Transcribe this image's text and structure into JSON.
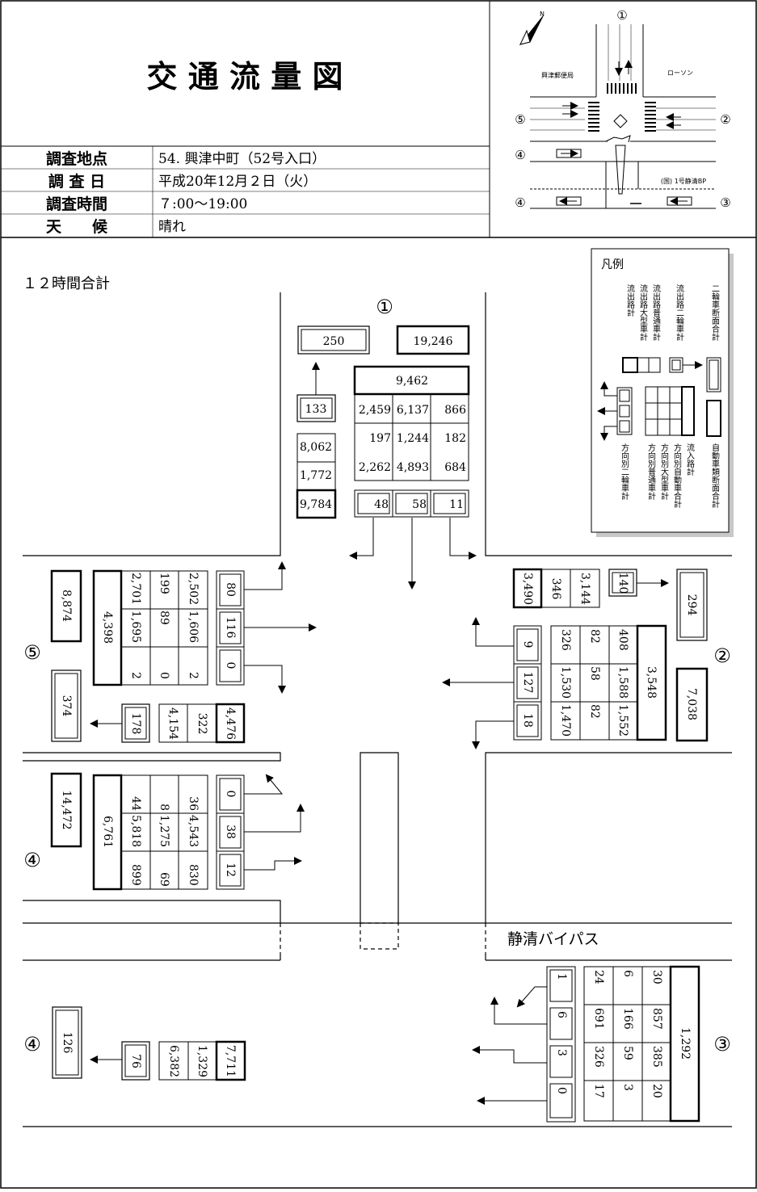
{
  "header": {
    "title": "交 通 流 量 図",
    "info_rows": [
      {
        "label": "調査地点",
        "value": "54. 興津中町（52号入口）"
      },
      {
        "label": "調 査 日",
        "value": "平成20年12月２日（火）"
      },
      {
        "label": "調査時間",
        "value": "７:00～19:00"
      },
      {
        "label": "天　　候",
        "value": "晴れ"
      }
    ]
  },
  "keymap": {
    "labels": {
      "n1": "①",
      "n2": "②",
      "n3": "③",
      "n4a": "④",
      "n4b": "④",
      "n5": "⑤"
    },
    "landmarks": {
      "post_office": "興津郵便局",
      "lawson": "ローソン",
      "bypass": "(国) 1号静清BP"
    },
    "compass": "N"
  },
  "diagram": {
    "subtitle": "１２時間合計",
    "bypass_label": "静清バイパス",
    "approach_labels": {
      "a1": "①",
      "a2": "②",
      "a3": "③",
      "a4": "④",
      "a4b": "④",
      "a5": "⑤"
    },
    "a1": {
      "moto_section": "250",
      "car_section": "19,246",
      "inflow_total": "9,462",
      "out_moto": "133",
      "out_total": "9,784",
      "out_normal": "8,062",
      "out_large": "1,772",
      "grid": [
        [
          "2,459",
          "6,137",
          "866"
        ],
        [
          "197",
          "1,244",
          "182"
        ],
        [
          "2,262",
          "4,893",
          "684"
        ]
      ],
      "moto_dir": [
        "48",
        "58",
        "11"
      ]
    },
    "a2": {
      "moto_section": "294",
      "car_section": "7,038",
      "inflow_total": "3,548",
      "out_total": "3,490",
      "out_large": "346",
      "out_normal": "3,144",
      "out_moto": "140",
      "grid": [
        [
          "326",
          "82",
          "408"
        ],
        [
          "1,530",
          "58",
          "1,588"
        ],
        [
          "1,470",
          "82",
          "1,552"
        ]
      ],
      "moto_dir": [
        "9",
        "127",
        "18"
      ]
    },
    "a3": {
      "inflow_total": "1,292",
      "grid": [
        [
          "24",
          "6",
          "30"
        ],
        [
          "691",
          "166",
          "857"
        ],
        [
          "326",
          "59",
          "385"
        ],
        [
          "17",
          "3",
          "20"
        ]
      ],
      "moto_dir": [
        "1",
        "6",
        "3",
        "0"
      ]
    },
    "a4": {
      "car_section": "14,472",
      "inflow_total": "6,761",
      "grid": [
        [
          "44",
          "8",
          "36"
        ],
        [
          "5,818",
          "1,275",
          "4,543"
        ],
        [
          "899",
          "69",
          "830"
        ]
      ],
      "moto_dir": [
        "0",
        "38",
        "12"
      ]
    },
    "a4b": {
      "moto_section": "126",
      "out_moto": "76",
      "out_normal": "6,382",
      "out_large": "1,329",
      "out_total": "7,711"
    },
    "a5": {
      "car_section": "8,874",
      "moto_section": "374",
      "inflow_total": "4,398",
      "grid": [
        [
          "2,701",
          "199",
          "2,502"
        ],
        [
          "1,695",
          "89",
          "1,606"
        ],
        [
          "2",
          "0",
          "2"
        ]
      ],
      "moto_dir": [
        "80",
        "116",
        "0"
      ],
      "out_moto": "178",
      "out_normal": "4,154",
      "out_large": "322",
      "out_total": "4,476"
    }
  },
  "legend": {
    "title": "凡例",
    "top_labels": [
      "流出路計",
      "流出路大型車計",
      "流出路普通車計",
      "流出路二輪車計",
      "二輪車断面合計"
    ],
    "bottom_labels": [
      "方向別二輪車計",
      "方向別普通車計",
      "方向別大型車計",
      "方向別自動車合計",
      "流入路計",
      "自動車類断面合計"
    ]
  }
}
